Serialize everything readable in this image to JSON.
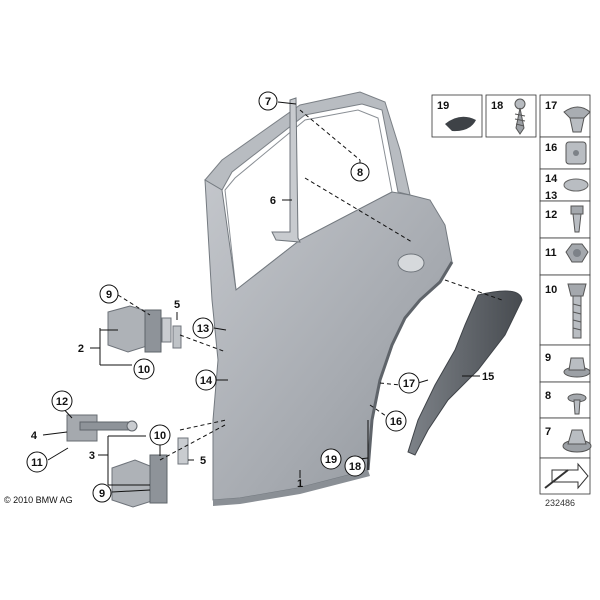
{
  "copyright": "© 2010 BMW AG",
  "diagram_id": "232486",
  "callouts": {
    "c1": "1",
    "c2": "2",
    "c3": "3",
    "c4": "4",
    "c5a": "5",
    "c5b": "5",
    "c6": "6",
    "c7": "7",
    "c8": "8",
    "c9a": "9",
    "c9b": "9",
    "c10a": "10",
    "c10b": "10",
    "c11": "11",
    "c12": "12",
    "c13": "13",
    "c14": "14",
    "c15": "15",
    "c16": "16",
    "c17": "17",
    "c18": "18",
    "c19": "19"
  },
  "sidebar": {
    "top": [
      "19",
      "18",
      "17"
    ],
    "column": [
      "16",
      "14",
      "13",
      "12",
      "11",
      "10",
      "9",
      "8",
      "7"
    ]
  },
  "colors": {
    "part_gray": "#a9adb3",
    "part_dark": "#6f757c",
    "part_light": "#d3d6da",
    "arch_dark": "#55595f"
  }
}
